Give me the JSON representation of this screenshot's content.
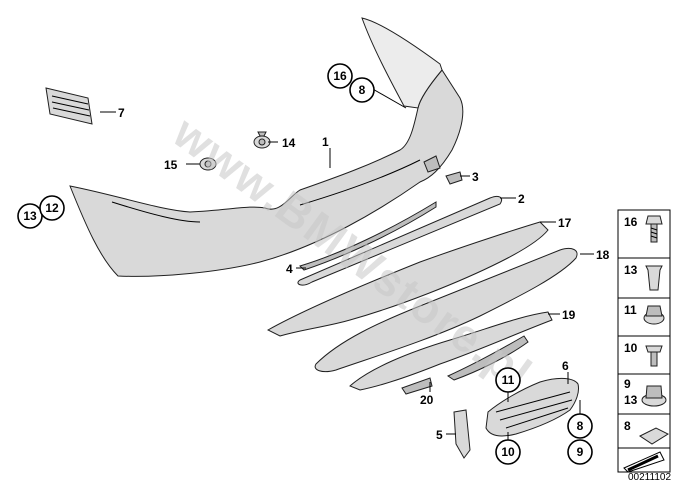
{
  "watermark": "www.BMWstore.pl",
  "reference_number": "00211102",
  "callouts": {
    "c1": "1",
    "c2": "2",
    "c3": "3",
    "c4": "4",
    "c5": "5",
    "c6": "6",
    "c7": "7",
    "c14": "14",
    "c15": "15",
    "c17": "17",
    "c18": "18",
    "c19": "19",
    "c20": "20",
    "circ16": "16",
    "circ8a": "8",
    "circ13": "13",
    "circ12": "12",
    "circ11": "11",
    "circ10": "10",
    "circ8b": "8",
    "circ9": "9"
  },
  "legend": [
    {
      "label": "16",
      "icon": "screw-icon"
    },
    {
      "label": "13",
      "icon": "expanding-nut-icon"
    },
    {
      "label": "11",
      "icon": "cap-nut-icon"
    },
    {
      "label": "10",
      "icon": "screw-icon"
    },
    {
      "label": "9\n13",
      "icon": "collar-nut-icon"
    },
    {
      "label": "8",
      "icon": "clip-nut-icon"
    },
    {
      "label": "",
      "icon": "arrow-icon"
    }
  ],
  "legend_labels": {
    "l1": "16",
    "l2": "13",
    "l3": "11",
    "l4": "10",
    "l5a": "9",
    "l5b": "13",
    "l6": "8"
  }
}
